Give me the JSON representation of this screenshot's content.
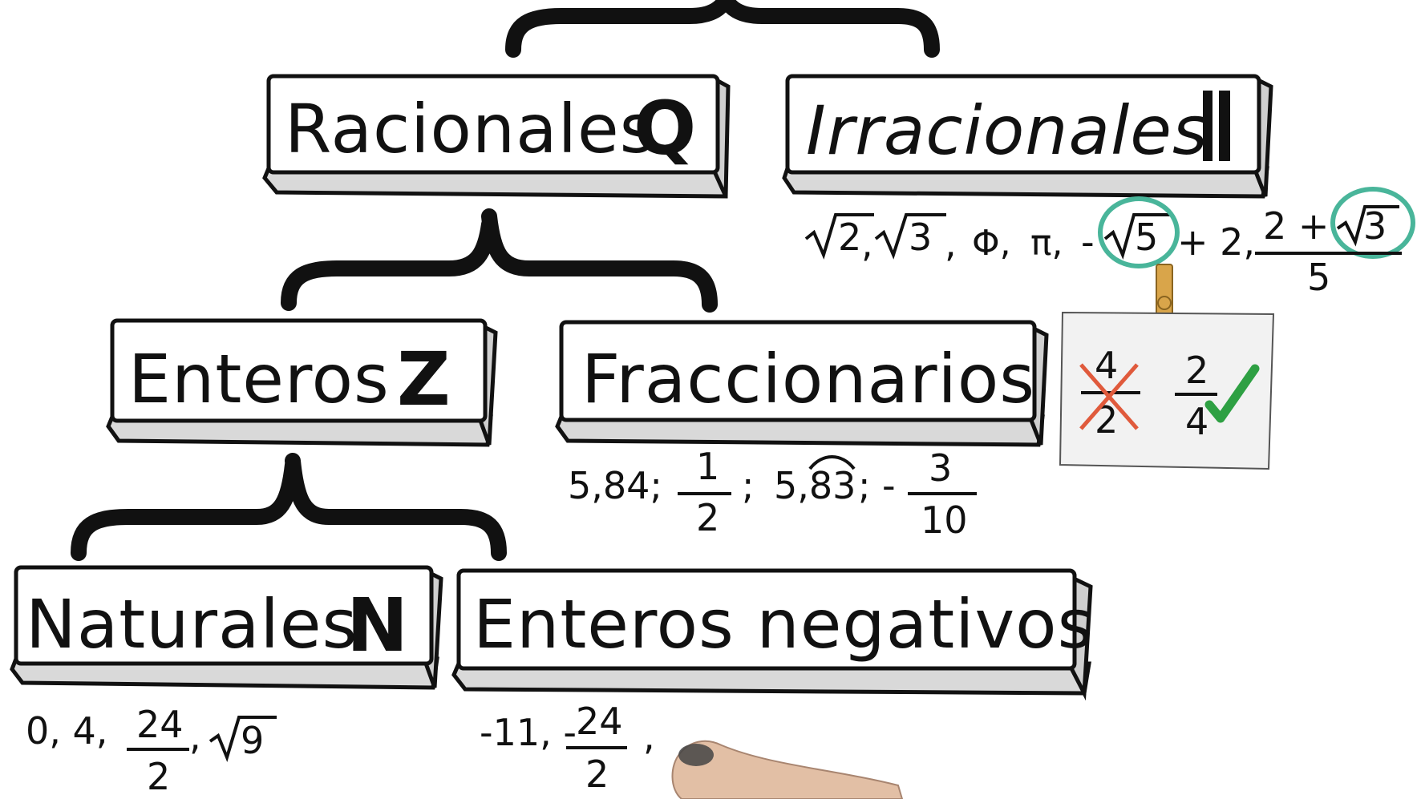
{
  "boxes": {
    "racionales": {
      "label": "Racionales",
      "letter": "Q"
    },
    "irracionales": {
      "label": "Irracionales",
      "letter": "I"
    },
    "enteros": {
      "label": "Enteros",
      "letter": "Z"
    },
    "fraccionarios": {
      "label": "Fraccionarios"
    },
    "naturales": {
      "label": "Naturales",
      "letter": "N"
    },
    "negativos": {
      "label": "Enteros negativos"
    }
  },
  "irrational_examples": {
    "sqrt2": "2",
    "sqrt3": "3",
    "phi": "Φ,",
    "pi": "π,",
    "minus": "-",
    "sqrt5": "5",
    "plus2": "+ 2,",
    "frac_num": "2 +",
    "frac_sqrt": "3",
    "frac_den": "5",
    "comma1": ",",
    "comma2": ","
  },
  "fraction_examples": {
    "decimal": "5,84;",
    "half_num": "1",
    "half_den": "2",
    "sep1": ";",
    "periodic": "5,83",
    "sep2": ";",
    "minus": "-",
    "neg_num": "3",
    "neg_den": "10"
  },
  "note_card": {
    "wrong_num": "4",
    "wrong_den": "2",
    "right_num": "2",
    "right_den": "4",
    "check": "✔"
  },
  "natural_examples": {
    "list": "0,  4,",
    "frac_num": "24",
    "frac_den": "2",
    "comma": ",",
    "sqrt": "9"
  },
  "negative_examples": {
    "list": "-11, -",
    "frac_num": "24",
    "frac_den": "2",
    "comma": ","
  },
  "colors": {
    "circle": "#49b59a",
    "cross": "#e05a3c",
    "check": "#2ea043",
    "clip": "#d9a54a"
  }
}
